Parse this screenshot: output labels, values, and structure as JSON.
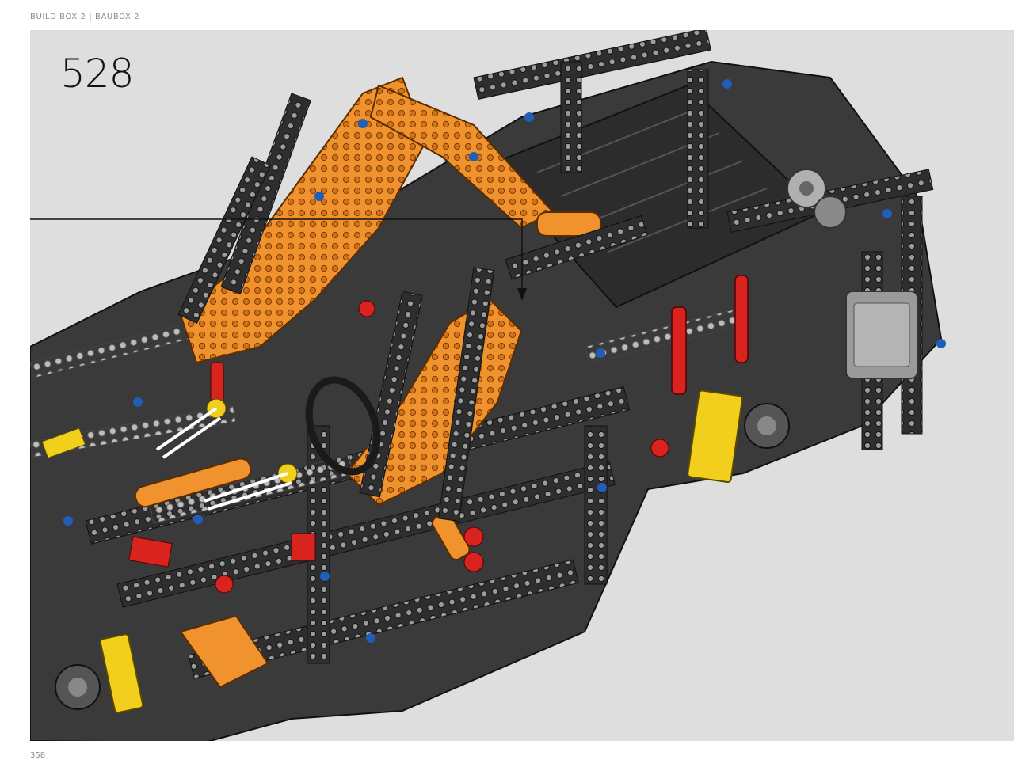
{
  "header": {
    "text": "BUILD BOX 2 | BAUBOX 2"
  },
  "step": {
    "number": "528"
  },
  "footer": {
    "page_number": "358"
  },
  "illustration": {
    "subject": "lego-technic-chassis-assembly",
    "colors": {
      "panel_bg": "#dedede",
      "beam_dark": "#2f2f2f",
      "beam_light": "#a9a9a9",
      "orange": "#f0922e",
      "red": "#d9231f",
      "yellow": "#f2cf1d",
      "blue": "#1f5fb8"
    }
  }
}
